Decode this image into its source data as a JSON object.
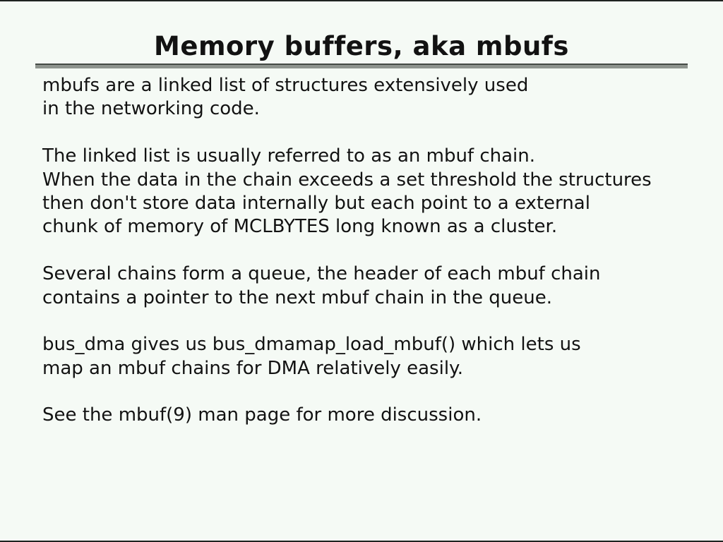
{
  "slide": {
    "title": "Memory buffers, aka mbufs",
    "paragraphs": [
      {
        "lines": [
          "mbufs are a linked list of structures extensively used",
          "in the networking code."
        ]
      },
      {
        "lines": [
          "The linked list is usually referred to as an mbuf chain.",
          "When the data in the chain exceeds a set threshold the structures",
          "then don't store data internally but each point to a external",
          "chunk of memory of MCLBYTES long known as a cluster."
        ]
      },
      {
        "lines": [
          "Several chains form a queue, the header of each mbuf chain",
          "contains a pointer to the next mbuf chain in the queue."
        ]
      },
      {
        "lines": [
          "bus_dma gives us bus_dmamap_load_mbuf() which lets us",
          "map an mbuf chains for DMA relatively easily."
        ]
      },
      {
        "lines": [
          "See the mbuf(9) man page for more discussion."
        ]
      }
    ],
    "colors": {
      "background": "#f5faf5",
      "text": "#121212",
      "rule_dark": "#454b46",
      "rule_gray": "#8e948e",
      "frame_line": "#1e2220"
    }
  }
}
